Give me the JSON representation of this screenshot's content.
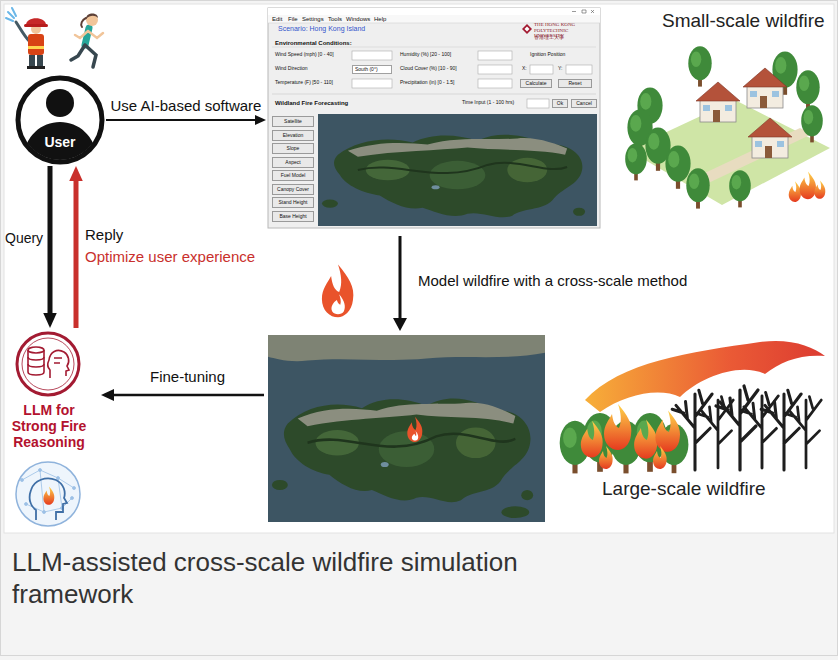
{
  "diagram": {
    "caption": "LLM-assisted cross-scale wildfire simulation framework",
    "nodes": [
      {
        "text": [
          "User"
        ]
      },
      {
        "text": [
          "Scenario: Hong Kong Island"
        ]
      },
      {
        "text": [
          "South (0°)"
        ],
        "in": 1
      },
      {
        "text": [
          "Calculate"
        ],
        "in": 1
      },
      {
        "text": [
          "Reset"
        ],
        "in": 1
      },
      {
        "text": [
          "Ok"
        ],
        "in": 1
      },
      {
        "text": [
          "Cancel"
        ],
        "in": 1
      },
      {
        "text": [
          "Satellite"
        ],
        "in": 1
      },
      {
        "text": [
          "Elevation"
        ],
        "in": 1
      },
      {
        "text": [
          "Slope"
        ],
        "in": 1
      },
      {
        "text": [
          "Aspect"
        ],
        "in": 1
      },
      {
        "text": [
          "Fuel Model"
        ],
        "in": 1
      },
      {
        "text": [
          "Canopy Cover"
        ],
        "in": 1
      },
      {
        "text": [
          "Stand Height"
        ],
        "in": 1
      },
      {
        "text": [
          "Base Height"
        ],
        "in": 1
      },
      {
        "text": [
          "LLM for Strong Fire Reasoning"
        ]
      }
    ],
    "edges": [
      {
        "from": 0,
        "to": 1,
        "arrow": "to",
        "label": "Use AI-based software"
      },
      {
        "from": 0,
        "to": 15,
        "arrow": "to",
        "label": "Query"
      },
      {
        "from": 15,
        "to": 0,
        "arrow": "to",
        "label": "Reply"
      }
    ],
    "labels": [
      "Edit",
      "File",
      "Settings",
      "Tools",
      "Windows",
      "Help",
      "THE HONG KONG POLYTECHNIC UNIVERSITY",
      "香港理工大學",
      "Environmental Conditions:",
      "Wind Speed (mph) [0 - 40]",
      "Humidity (%) [20 - 100]",
      "Ignition Position",
      "Wind Direction",
      "Cloud Cover (%) [10 - 90]",
      "X:",
      "Y:",
      "Temperature (F) [50 - 110]",
      "Precipitation (in) [0 - 1.5]",
      "Wildland Fire Forecasting",
      "Time Input (1 - 100 hrs)",
      "Small-scale wildfire",
      "Model wildfire with a cross-scale method",
      "Large-scale wildfire",
      "Optimize user experience",
      "Fine-tuning"
    ]
  }
}
